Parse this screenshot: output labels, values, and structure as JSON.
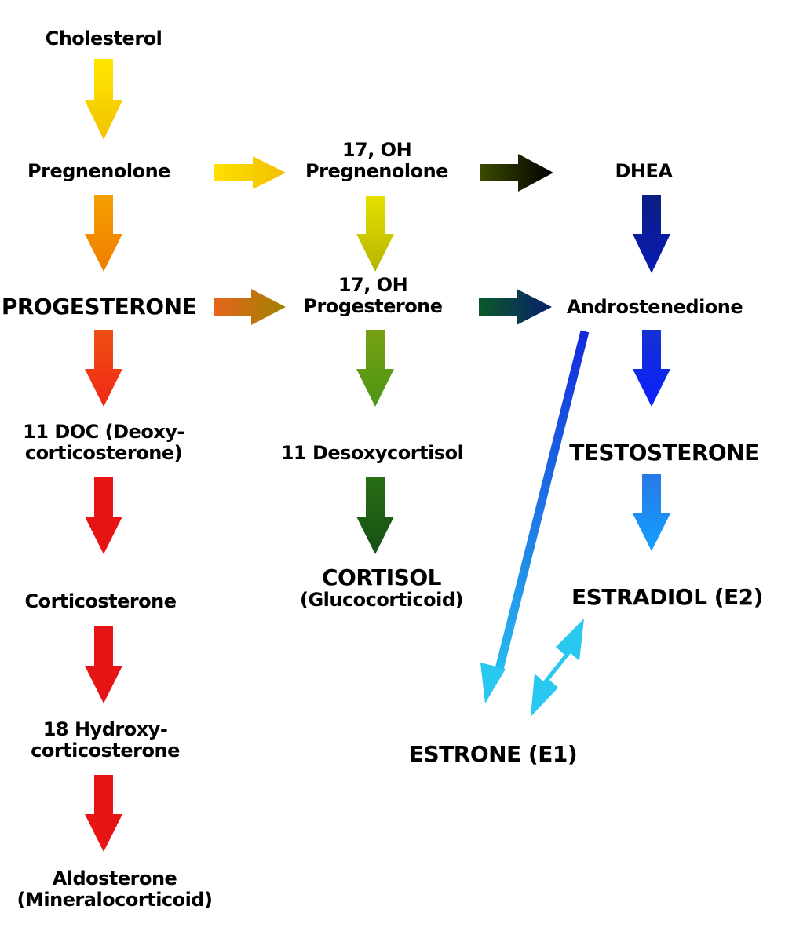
{
  "nodes": {
    "cholesterol": "Cholesterol",
    "pregnenolone": "Pregnenolone",
    "oh17_preg_l1": "17, OH",
    "oh17_preg_l2": "Pregnenolone",
    "dhea": "DHEA",
    "progesterone": "PROGESTERONE",
    "oh17_prog_l1": "17, OH",
    "oh17_prog_l2": "Progesterone",
    "androstenedione": "Androstenedione",
    "doc_l1": "11 DOC (Deoxy-",
    "doc_l2": "corticosterone)",
    "desoxycortisol": "11 Desoxycortisol",
    "testosterone": "TESTOSTERONE",
    "corticosterone": "Corticosterone",
    "cortisol_l1": "CORTISOL",
    "cortisol_l2": "(Glucocorticoid)",
    "estradiol": "ESTRADIOL (E2)",
    "hydroxy18_l1": "18 Hydroxy-",
    "hydroxy18_l2": "corticosterone",
    "estrone": "ESTRONE (E1)",
    "aldosterone_l1": "Aldosterone",
    "aldosterone_l2": "(Mineralocorticoid)"
  },
  "arrows": [
    {
      "name": "arrow-cholesterol-pregnenolone",
      "color": "#f4d000"
    },
    {
      "name": "arrow-pregnenolone-17oh-pregnenolone",
      "color": "#f4d000"
    },
    {
      "name": "arrow-17oh-pregnenolone-dhea",
      "color": "#1a1a00"
    },
    {
      "name": "arrow-pregnenolone-progesterone",
      "color": "#f08c00"
    },
    {
      "name": "arrow-17oh-pregnenolone-17oh-progesterone",
      "color": "#c8c800"
    },
    {
      "name": "arrow-dhea-androstenedione",
      "color": "#0a1aa0"
    },
    {
      "name": "arrow-progesterone-17oh-progesterone",
      "color": "#c87814"
    },
    {
      "name": "arrow-17oh-progesterone-androstenedione",
      "color": "#0a3a46"
    },
    {
      "name": "arrow-progesterone-11doc",
      "color": "#f03c00"
    },
    {
      "name": "arrow-17oh-progesterone-11desoxycortisol",
      "color": "#64a014"
    },
    {
      "name": "arrow-androstenedione-testosterone",
      "color": "#1428e6"
    },
    {
      "name": "arrow-11doc-corticosterone",
      "color": "#e61414"
    },
    {
      "name": "arrow-11desoxycortisol-cortisol",
      "color": "#1e6414"
    },
    {
      "name": "arrow-testosterone-estradiol",
      "color": "#1e8cf0"
    },
    {
      "name": "arrow-corticosterone-18hydroxy",
      "color": "#e61414"
    },
    {
      "name": "arrow-18hydroxy-aldosterone",
      "color": "#e61414"
    },
    {
      "name": "arrow-androstenedione-estrone",
      "gradient_from": "#1428dc",
      "gradient_to": "#28c8f0"
    },
    {
      "name": "arrow-estradiol-estrone",
      "color": "#28c8f0"
    }
  ]
}
